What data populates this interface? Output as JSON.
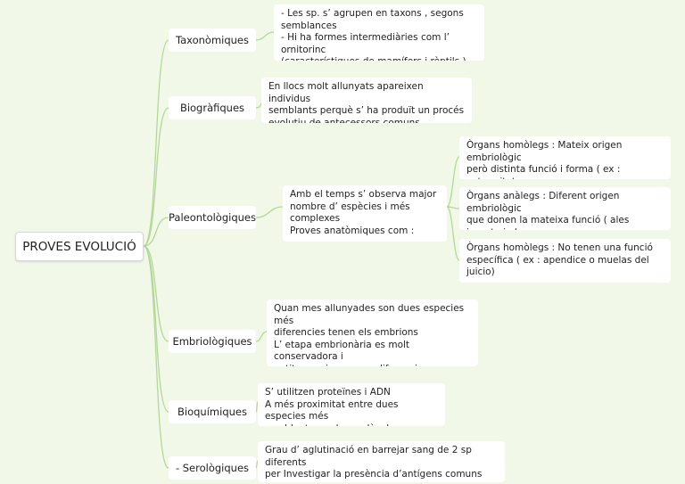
{
  "root": {
    "label": "PROVES EVOLUCIÓ"
  },
  "branches": [
    {
      "label": "Taxonòmiques"
    },
    {
      "label": "Biogràfiques"
    },
    {
      "label": "Paleontològiques"
    },
    {
      "label": "Embriològiques"
    },
    {
      "label": "Bioquímiques"
    },
    {
      "label": "- Serològiques"
    }
  ],
  "details": [
    {
      "text": "- Les sp. s’ agrupen en taxons , segons\nsemblances\n- Hi ha formes intermediàries com l’ ornitorinc\n(característiques de mamífers i rèptils )"
    },
    {
      "text": "En llocs molt allunyats apareixen individus\nsemblants perquè s’ ha produït un procés\nevolutiu de antecessors comuns"
    },
    {
      "text": "Amb el temps s’ observa major\nnombre d’ espècies i més\ncomplexes\nProves anatòmiques com :"
    },
    {
      "text": "Quan mes allunyades son dues especies més\ndiferencies tenen els embrions\nL’ etapa embrionària es molt conservadora i\npetits canvis provoca diferencies grans"
    },
    {
      "text": "S’ utilitzen proteïnes i ADN\nA més proximitat entre dues especies més\nsemblants son les molècules"
    },
    {
      "text": "Grau d’ aglutinació en barrejar sang de 2 sp diferents\nper Investigar la presència d’antígens comuns entre\ndiferents espècie"
    }
  ],
  "anatomical": [
    {
      "text": "Òrgans homòlegs : Mateix origen embriològic\nperò distinta funció i forma ( ex : extremitat au\ny extremitat balena )"
    },
    {
      "text": "Òrgans anàlegs : Diferent origen embriològic\nque donen la mateixa funció ( ales insecto i ales\nmurciélagos)"
    },
    {
      "text": "Òrgans homòlegs : No tenen una funció\nespecífica ( ex : apendice o muelas del juicio)"
    }
  ],
  "colors": {
    "background": "#f1f8e8",
    "connector": "#b5d69a",
    "node": "#ffffff"
  }
}
